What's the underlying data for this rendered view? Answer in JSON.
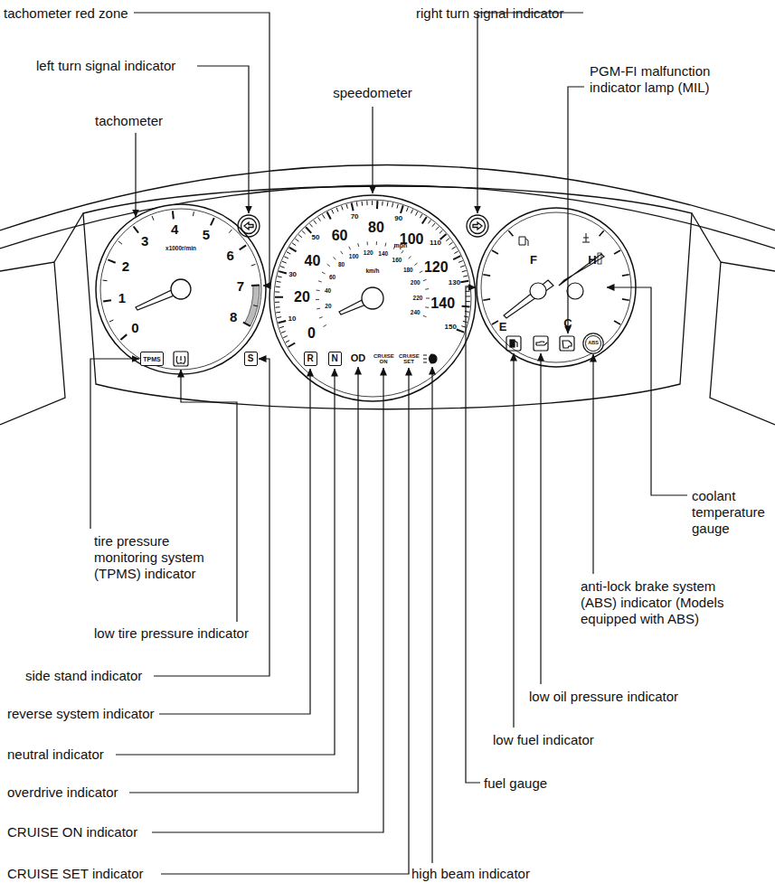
{
  "diagram": {
    "nodes": [
      {
        "text": [
          "TPMS"
        ]
      },
      {
        "text": [
          "S"
        ]
      },
      {
        "text": [
          "R"
        ]
      },
      {
        "text": [
          "N"
        ]
      },
      {
        "text": [
          "ABS"
        ]
      }
    ],
    "labels": [
      "tachometer red zone",
      "right turn signal indicator",
      "left turn signal indicator",
      "PGM-FI malfunction indicator lamp (MIL)",
      "speedometer",
      "tachometer",
      "tire pressure monitoring system (TPMS) indicator",
      "low tire pressure indicator",
      "side stand indicator",
      "reverse system indicator",
      "neutral indicator",
      "overdrive indicator",
      "CRUISE ON indicator",
      "CRUISE SET indicator",
      "coolant temperature gauge",
      "anti-lock brake system (ABS) indicator (Models equipped with ABS)",
      "low oil pressure indicator",
      "low fuel indicator",
      "fuel gauge",
      "high beam indicator",
      "0",
      "1",
      "2",
      "3",
      "4",
      "5",
      "6",
      "7",
      "8",
      "x1000r/min",
      "0",
      "20",
      "40",
      "60",
      "80",
      "100",
      "120",
      "140",
      "10",
      "30",
      "50",
      "70",
      "90",
      "110",
      "130",
      "150",
      "mph",
      "20",
      "40",
      "60",
      "80",
      "100",
      "120",
      "140",
      "160",
      "180",
      "200",
      "220",
      "240",
      "km/h",
      "F",
      "E",
      "C",
      "H",
      "OD",
      "CRUISE ON",
      "CRUISE SET"
    ]
  }
}
